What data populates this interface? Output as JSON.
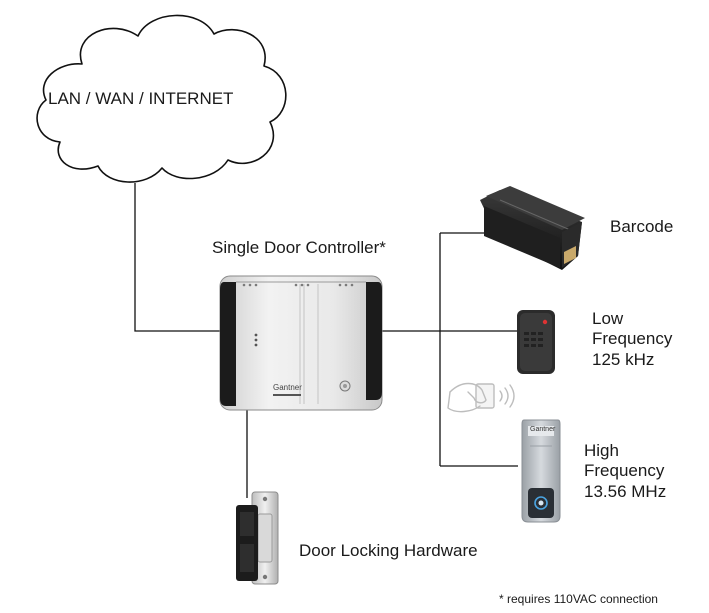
{
  "cloud": {
    "label": "LAN / WAN / INTERNET"
  },
  "controller": {
    "label": "Single Door Controller*",
    "brand": "Gantner"
  },
  "readers": {
    "barcode": {
      "label": "Barcode"
    },
    "low_frequency": {
      "lines": [
        "Low",
        "Frequency",
        "125 kHz"
      ]
    },
    "high_frequency": {
      "lines": [
        "High",
        "Frequency",
        "13.56 MHz"
      ],
      "brand": "Gantner"
    }
  },
  "lock": {
    "label": "Door Locking Hardware"
  },
  "footnote": "* requires 110VAC connection",
  "colors": {
    "line": "#111111",
    "controller_body": "#e6e6e6",
    "controller_edge": "#1b1b1b",
    "reader_dark": "#2b2b2b",
    "reader_light": "#b7bcc2",
    "card_icon": "#bdbdbd"
  }
}
